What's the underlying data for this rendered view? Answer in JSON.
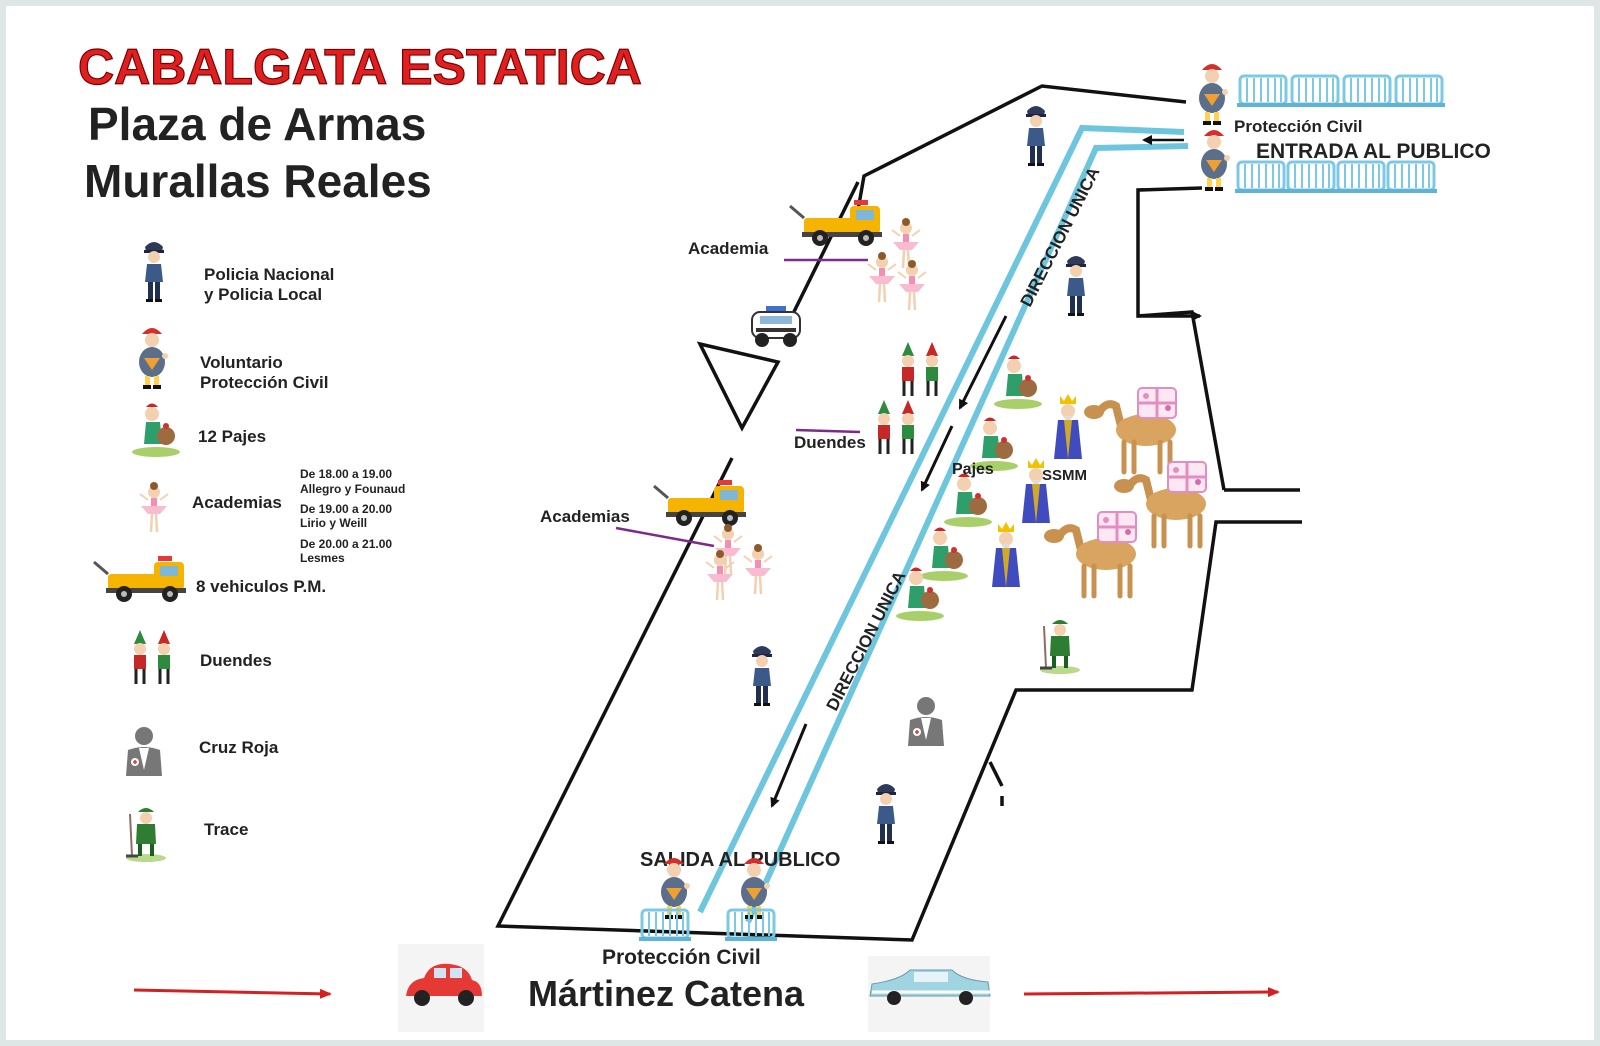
{
  "header": {
    "title": "CABALGATA ESTATICA",
    "line1": "Plaza de Armas",
    "line2": "Murallas Reales"
  },
  "legend": {
    "policia_1": "Policia Nacional",
    "policia_2": "y Policia Local",
    "voluntario_1": "Voluntario",
    "voluntario_2": "Protección Civil",
    "pajes": "12 Pajes",
    "academias": "Academias",
    "horario_1a": "De 18.00 a 19.00",
    "horario_1b": "Allegro y Founaud",
    "horario_2a": "De 19.00 a 20.00",
    "horario_2b": "Lirio y Weill",
    "horario_3a": "De 20.00 a 21.00",
    "horario_3b": "Lesmes",
    "vehiculos": "8 vehiculos P.M.",
    "duendes": "Duendes",
    "cruz_roja": "Cruz Roja",
    "trace": "Trace"
  },
  "map": {
    "proteccion_top": "Protección Civil",
    "entrada": "ENTRADA AL PUBLICO",
    "direccion_1": "DIRECCION UNICA",
    "direccion_2": "DIRECCION UNICA",
    "academia": "Academia",
    "academias": "Academias",
    "duendes": "Duendes",
    "pajes": "Pajes",
    "ssmm": "SSMM",
    "salida": "SALIDA AL PUBLICO",
    "proteccion_bottom": "Protección Civil",
    "street": "Mártinez Catena"
  },
  "colors": {
    "title_red": "#e02020",
    "path_blue": "#6ec6de",
    "barrier_blue": "#7cc9e6",
    "arrow_red": "#d42020"
  }
}
